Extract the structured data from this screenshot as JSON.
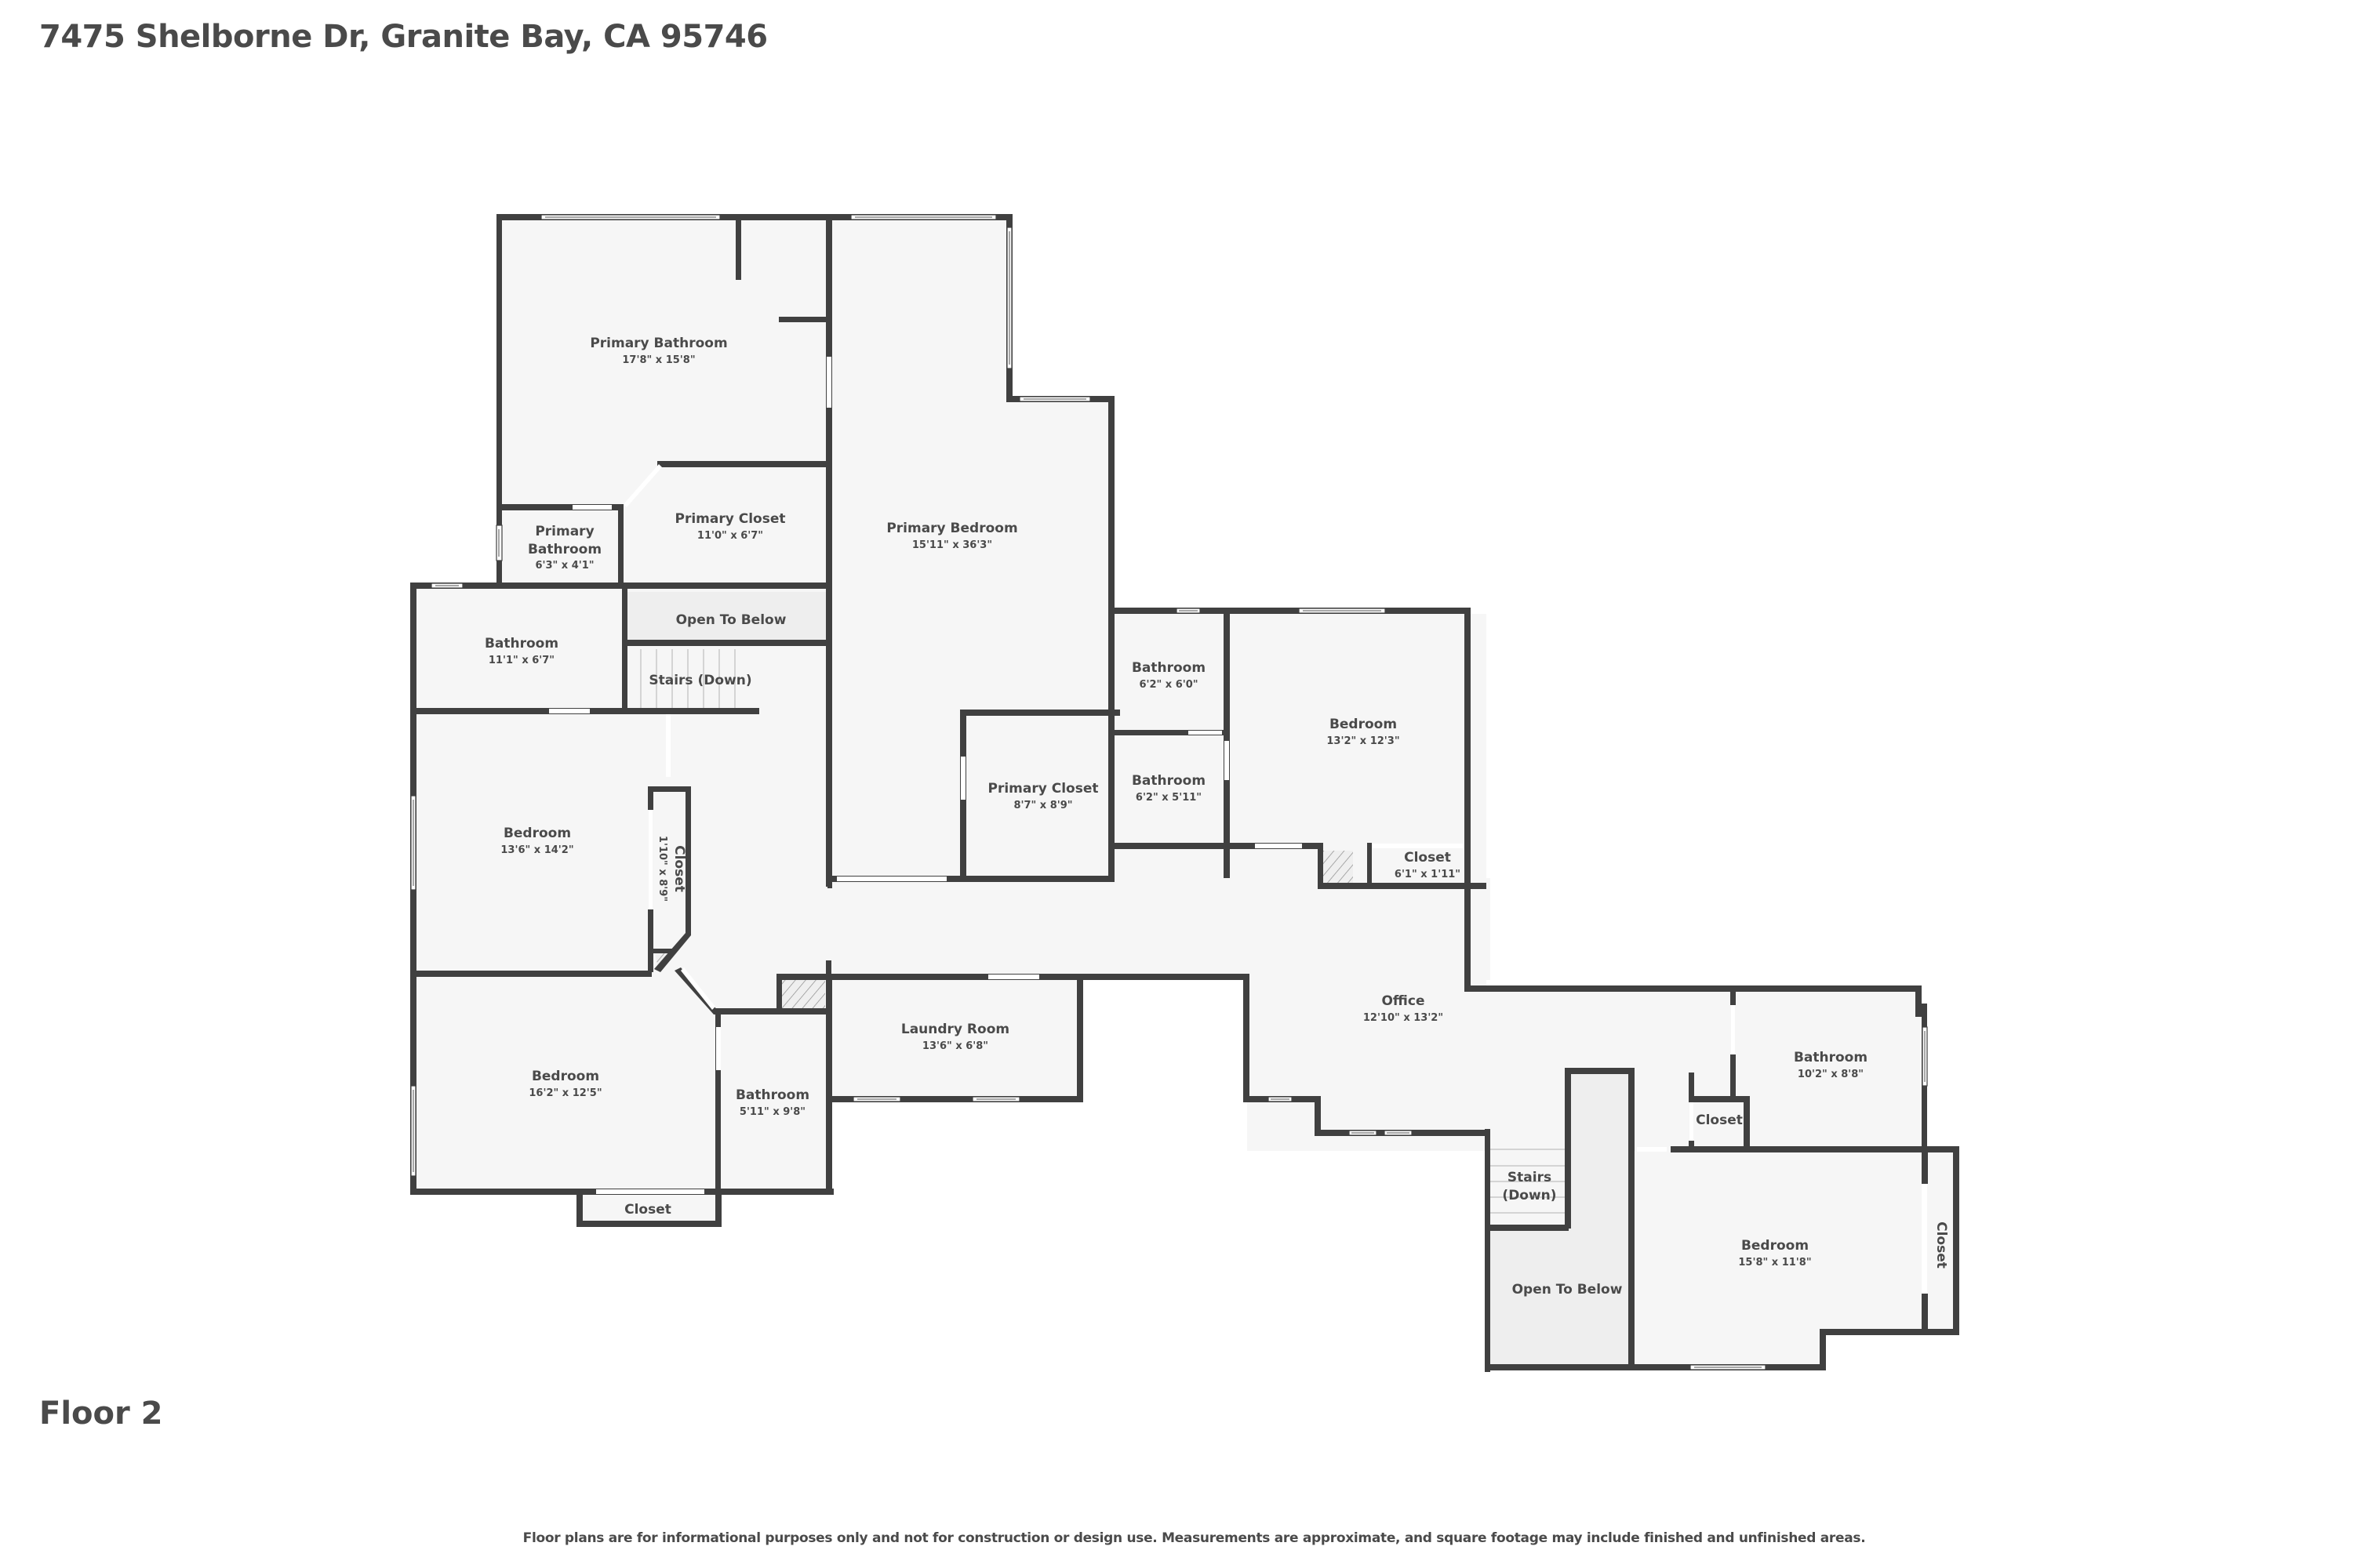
{
  "header": {
    "address": "7475 Shelborne Dr, Granite Bay, CA 95746"
  },
  "floor": {
    "label": "Floor 2"
  },
  "footer": {
    "disclaimer": "Floor plans are for informational purposes only and not for construction or design use. Measurements are approximate, and square footage may include finished and unfinished areas."
  },
  "colors": {
    "wall": "#404040",
    "room_fill": "#f6f6f6",
    "open_to_below_fill": "#eeeeee",
    "text": "#4a4a4a",
    "background": "#ffffff"
  },
  "rooms": {
    "primary_bathroom_main": {
      "name": "Primary Bathroom",
      "dims": "17'8\" x 15'8\""
    },
    "primary_bedroom": {
      "name": "Primary Bedroom",
      "dims": "15'11\" x 36'3\""
    },
    "primary_bathroom_small": {
      "name_line1": "Primary",
      "name_line2": "Bathroom",
      "dims": "6'3\" x 4'1\""
    },
    "primary_closet_1": {
      "name": "Primary Closet",
      "dims": "11'0\" x 6'7\""
    },
    "open_to_below_1": {
      "name": "Open To Below"
    },
    "bathroom_nw": {
      "name": "Bathroom",
      "dims": "11'1\" x 6'7\""
    },
    "stairs_down_1": {
      "name": "Stairs (Down)"
    },
    "bedroom_w": {
      "name": "Bedroom",
      "dims": "13'6\" x 14'2\""
    },
    "closet_w": {
      "name": "Closet",
      "dims": "1'10\" x 8'9\""
    },
    "primary_closet_2": {
      "name": "Primary Closet",
      "dims": "8'7\" x 8'9\""
    },
    "bathroom_c1": {
      "name": "Bathroom",
      "dims": "6'2\" x 6'0\""
    },
    "bathroom_c2": {
      "name": "Bathroom",
      "dims": "6'2\" x 5'11\""
    },
    "bedroom_c": {
      "name": "Bedroom",
      "dims": "13'2\" x 12'3\""
    },
    "closet_c": {
      "name": "Closet",
      "dims": "6'1\" x 1'11\""
    },
    "bedroom_sw": {
      "name": "Bedroom",
      "dims": "16'2\" x 12'5\""
    },
    "bathroom_s": {
      "name": "Bathroom",
      "dims": "5'11\" x 9'8\""
    },
    "closet_sw": {
      "name": "Closet"
    },
    "laundry_room": {
      "name": "Laundry Room",
      "dims": "13'6\" x 6'8\""
    },
    "office": {
      "name": "Office",
      "dims": "12'10\" x 13'2\""
    },
    "bathroom_e": {
      "name": "Bathroom",
      "dims": "10'2\" x 8'8\""
    },
    "closet_e_small": {
      "name": "Closet"
    },
    "stairs_down_2": {
      "name_line1": "Stairs",
      "name_line2": "(Down)"
    },
    "open_to_below_2": {
      "name": "Open To Below"
    },
    "bedroom_se": {
      "name": "Bedroom",
      "dims": "15'8\" x 11'8\""
    },
    "closet_se": {
      "name": "Closet"
    }
  }
}
